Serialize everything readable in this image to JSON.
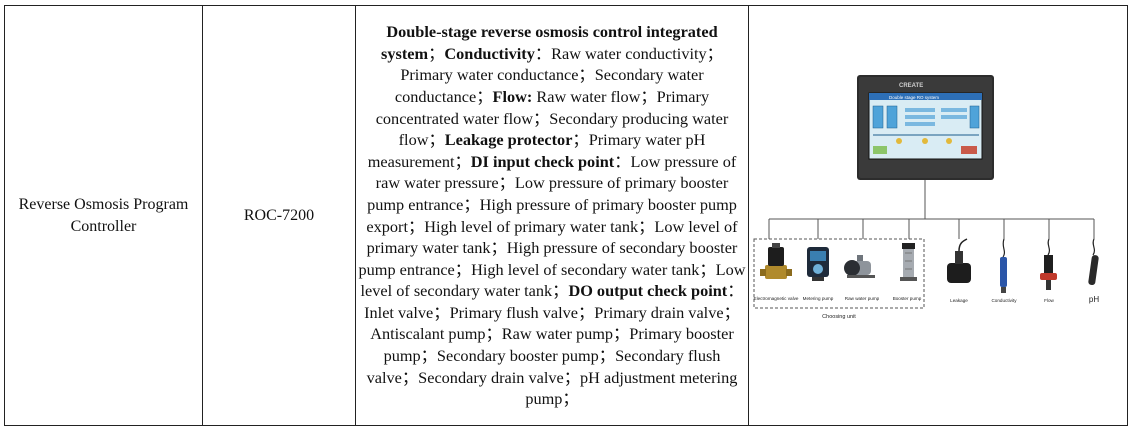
{
  "row": {
    "name": "Reverse Osmosis Program Controller",
    "model": "ROC-7200",
    "description": [
      {
        "t": "Double-stage reverse osmosis control integrated system",
        "b": true
      },
      {
        "t": "；",
        "b": false
      },
      {
        "t": "Conductivity",
        "b": true
      },
      {
        "t": "：Raw water conductivity；Primary water conductance；Secondary water conductance；",
        "b": false
      },
      {
        "t": "Flow:",
        "b": true
      },
      {
        "t": " Raw water flow；Primary concentrated water flow；Secondary producing water flow；",
        "b": false
      },
      {
        "t": "Leakage protector",
        "b": true
      },
      {
        "t": "；Primary water pH measurement；",
        "b": false
      },
      {
        "t": "DI input check point",
        "b": true
      },
      {
        "t": "：Low pressure of raw water pressure；Low pressure of primary booster pump entrance；High pressure of primary booster pump export；High level of primary water tank；Low level of primary water tank；High pressure of secondary booster pump entrance；High level of secondary water tank；Low level of secondary water tank；",
        "b": false
      },
      {
        "t": "DO output check point",
        "b": true
      },
      {
        "t": "：Inlet valve；Primary flush valve；Primary drain valve；Antiscalant pump；Raw water pump；Primary booster pump；Secondary booster pump；Secondary flush valve；Secondary drain valve；pH adjustment metering pump；",
        "b": false
      }
    ]
  },
  "figure": {
    "brand": "CREATE",
    "screen_title": "Double stage RO system",
    "components": [
      {
        "label": "Electromagnetic valve",
        "icon": "solenoid-valve-icon"
      },
      {
        "label": "Metering pump",
        "icon": "metering-pump-icon"
      },
      {
        "label": "Raw water pump",
        "icon": "raw-water-pump-icon"
      },
      {
        "label": "Booster pump",
        "icon": "booster-pump-icon"
      },
      {
        "label": "Leakage",
        "icon": "leakage-sensor-icon"
      },
      {
        "label": "Conductivity",
        "icon": "conductivity-probe-icon"
      },
      {
        "label": "Flow",
        "icon": "flow-sensor-icon"
      },
      {
        "label": "pH",
        "icon": "ph-probe-icon"
      }
    ],
    "group_label": "Choosing unit"
  }
}
